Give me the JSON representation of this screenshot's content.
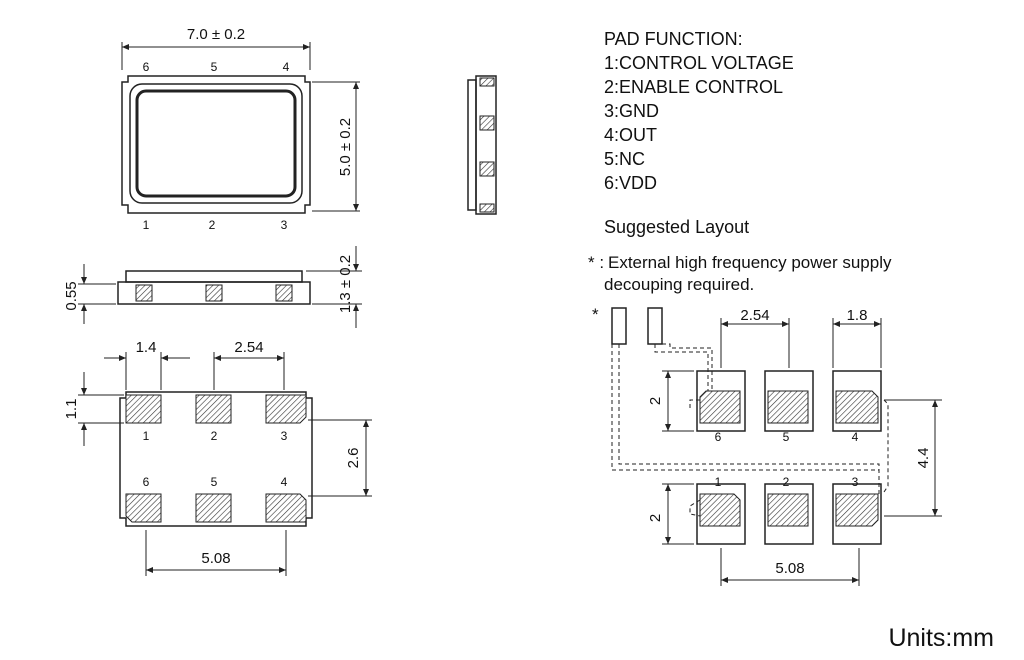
{
  "top_view": {
    "width_dim": "7.0 ± 0.2",
    "height_dim": "5.0 ± 0.2",
    "pins_top": [
      "6",
      "5",
      "4"
    ],
    "pins_bottom": [
      "1",
      "2",
      "3"
    ]
  },
  "front_view": {
    "pad_height_dim": "0.55",
    "total_height_dim": "1.3 ± 0.2"
  },
  "bottom_view": {
    "pad_width_dim": "1.4",
    "pitch_dim": "2.54",
    "pad_height_dim": "1.1",
    "row_spacing_dim": "2.6",
    "span_dim": "5.08",
    "pins_top": [
      "1",
      "2",
      "3"
    ],
    "pins_bottom": [
      "6",
      "5",
      "4"
    ]
  },
  "pad_function": {
    "title": "PAD FUNCTION:",
    "items": [
      "1:CONTROL VOLTAGE",
      "2:ENABLE CONTROL",
      "3:GND",
      "4:OUT",
      "5:NC",
      "6:VDD"
    ]
  },
  "layout": {
    "title": "Suggested Layout",
    "note_mark": "* :",
    "note_line1": "External high frequency power supply",
    "note_line2": "decouping required.",
    "star": "*",
    "pitch_dim": "2.54",
    "pad_width_dim": "1.8",
    "pad_height_top_dim": "2",
    "pad_height_bottom_dim": "2",
    "row_span_dim": "4.4",
    "span_dim": "5.08",
    "pins_top": [
      "6",
      "5",
      "4"
    ],
    "pins_bottom": [
      "1",
      "2",
      "3"
    ]
  },
  "units": "Units:mm"
}
